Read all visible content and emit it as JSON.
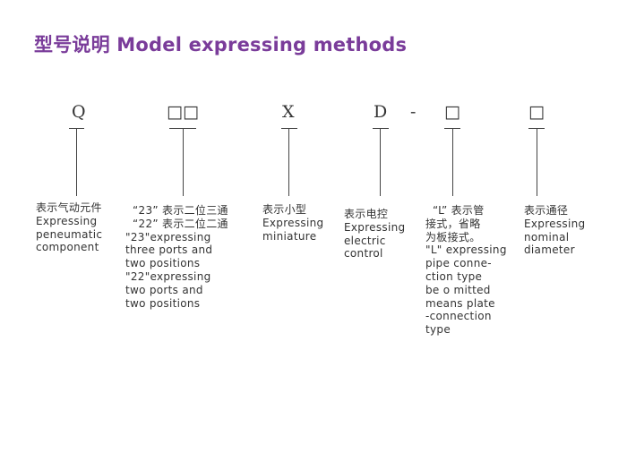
{
  "title": "型号说明 Model expressing methods",
  "symbols": {
    "q": "Q",
    "boxes2": "□□",
    "x": "X",
    "d": "D",
    "dash": "-",
    "box_l": "□",
    "box_dia": "□"
  },
  "descriptions": {
    "q": [
      "表示气动元件",
      "Expressing",
      "peneumatic",
      "component"
    ],
    "ports": [
      "“23” 表示二位三通",
      "“22” 表示二位二通",
      "\"23\"expressing",
      "three ports and",
      "two positions",
      "\"22\"expressing",
      "two ports and",
      "two positions"
    ],
    "x": [
      "表示小型",
      "Expressing",
      "miniature"
    ],
    "d": [
      "表示电控",
      "Expressing",
      "electric",
      "control"
    ],
    "l": [
      "“L” 表示管",
      "接式，省略",
      "为板接式。",
      "\"L\" expressing",
      "pipe conne-",
      "ction type",
      "be o mitted",
      "means plate",
      "-connection",
      "type"
    ],
    "dia": [
      "表示通径",
      "Expressing",
      "nominal",
      "diameter"
    ]
  }
}
